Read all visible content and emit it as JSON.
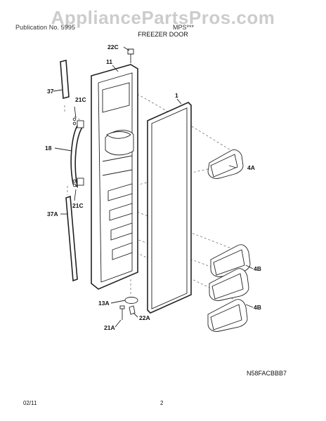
{
  "watermark": "AppliancePartsPros.com",
  "header": {
    "publication": "Publication No. 5995",
    "model": "MPS***",
    "section_title": "FREEZER DOOR"
  },
  "callouts": {
    "c22c": "22C",
    "c11": "11",
    "c1": "1",
    "c37": "37",
    "c21c_top": "21C",
    "c18": "18",
    "c4a": "4A",
    "c21c_bottom": "21C",
    "c37a": "37A",
    "c4b_top": "4B",
    "c4b_bottom": "4B",
    "c13a": "13A",
    "c22a": "22A",
    "c21a": "21A"
  },
  "drawing_code": "N58FACBBB7",
  "footer": {
    "date": "02/11",
    "page": "2"
  }
}
